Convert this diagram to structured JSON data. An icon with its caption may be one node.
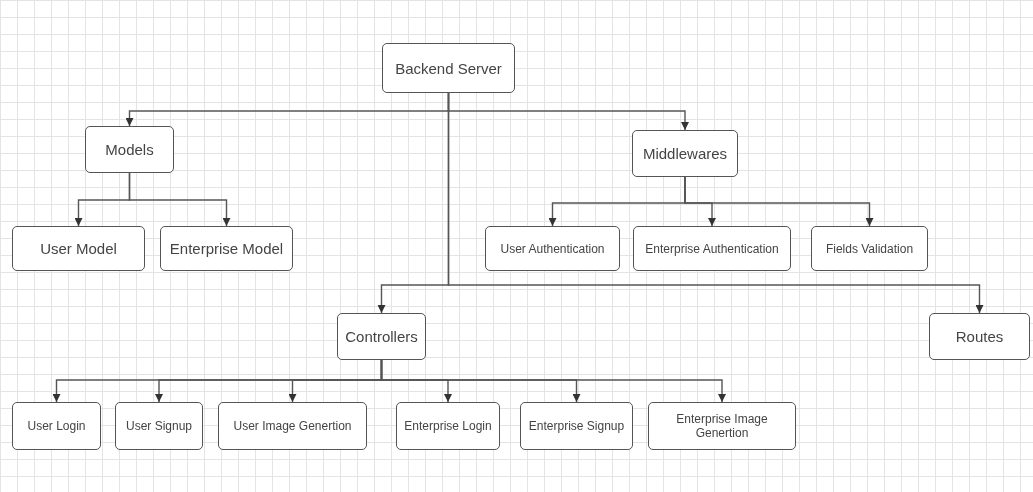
{
  "diagram": {
    "nodes": [
      {
        "text": [
          "Backend Server"
        ]
      },
      {
        "text": [
          "Models"
        ]
      },
      {
        "text": [
          "User Model"
        ]
      },
      {
        "text": [
          "Enterprise Model"
        ]
      },
      {
        "text": [
          "Middlewares"
        ]
      },
      {
        "text": [
          "User Authentication"
        ]
      },
      {
        "text": [
          "Enterprise Authentication"
        ]
      },
      {
        "text": [
          "Fields Validation"
        ]
      },
      {
        "text": [
          "Controllers"
        ]
      },
      {
        "text": [
          "Routes"
        ]
      },
      {
        "text": [
          "User Login"
        ]
      },
      {
        "text": [
          "User Signup"
        ]
      },
      {
        "text": [
          "User Image Genertion"
        ]
      },
      {
        "text": [
          "Enterprise Login"
        ]
      },
      {
        "text": [
          "Enterprise Signup"
        ]
      },
      {
        "text": [
          "Enterprise Image Genertion"
        ]
      }
    ],
    "edges": [
      {
        "from": 0,
        "to": 1,
        "arrow": "to"
      },
      {
        "from": 0,
        "to": 4,
        "arrow": "to"
      },
      {
        "from": 0,
        "to": 8,
        "arrow": "to"
      },
      {
        "from": 0,
        "to": 9,
        "arrow": "to"
      },
      {
        "from": 1,
        "to": 2,
        "arrow": "to"
      },
      {
        "from": 1,
        "to": 3,
        "arrow": "to"
      },
      {
        "from": 4,
        "to": 5,
        "arrow": "to"
      },
      {
        "from": 4,
        "to": 6,
        "arrow": "to"
      },
      {
        "from": 4,
        "to": 7,
        "arrow": "to"
      },
      {
        "from": 8,
        "to": 10,
        "arrow": "to"
      },
      {
        "from": 8,
        "to": 11,
        "arrow": "to"
      },
      {
        "from": 8,
        "to": 12,
        "arrow": "to"
      },
      {
        "from": 8,
        "to": 13,
        "arrow": "to"
      },
      {
        "from": 8,
        "to": 14,
        "arrow": "to"
      },
      {
        "from": 8,
        "to": 15,
        "arrow": "to"
      }
    ]
  }
}
